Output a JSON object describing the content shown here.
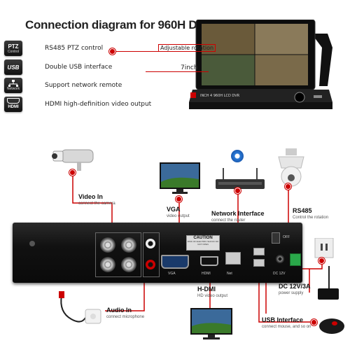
{
  "title": "Connection diagram for 960H DVR",
  "features": [
    {
      "icon": "ptz-icon",
      "icon_big": "PTZ",
      "icon_small": "Control",
      "label": "RS485 PTZ control"
    },
    {
      "icon": "usb-icon",
      "icon_big": "USB",
      "icon_small": "",
      "label": "Double USB interface"
    },
    {
      "icon": "network-icon",
      "icon_big": "",
      "icon_small": "Network",
      "label": "Support network remote"
    },
    {
      "icon": "hdmi-icon",
      "icon_big": "HDMI",
      "icon_small": "",
      "label": "HDMI high-definition video output"
    }
  ],
  "monitor": {
    "rotation_label": "Adjustable rotation",
    "size_label": "7inch",
    "model_text": "INCH 4 960H LCD DVR"
  },
  "ports": {
    "video_in": {
      "title": "Video In",
      "sub": "connect the camera"
    },
    "vga": {
      "title": "VGA",
      "sub": "video output"
    },
    "network": {
      "title": "Network Interface",
      "sub": "connect the router"
    },
    "rs485": {
      "title": "RS485",
      "sub": "Control the rotation"
    },
    "audio_in": {
      "title": "Audio In",
      "sub": "connect microphone"
    },
    "hdmi": {
      "title": "H-DMI",
      "sub": "HD video output"
    },
    "usb": {
      "title": "USB Interface",
      "sub": "connect mouse, and so on"
    },
    "power": {
      "title": "DC 12V/3A",
      "sub": "power supply"
    }
  },
  "panel": {
    "caution": "CAUTION",
    "caution_sub": "RISK OF ELECTRIC SHOCK DO NOT OPEN",
    "vga_label": "VGA",
    "hdmi_label": "HDMI",
    "net_label": "Net",
    "off_label": "OFF",
    "dc_label": "DC 12V"
  },
  "colors": {
    "accent": "#cc0000",
    "panel": "#1b1b1b"
  }
}
